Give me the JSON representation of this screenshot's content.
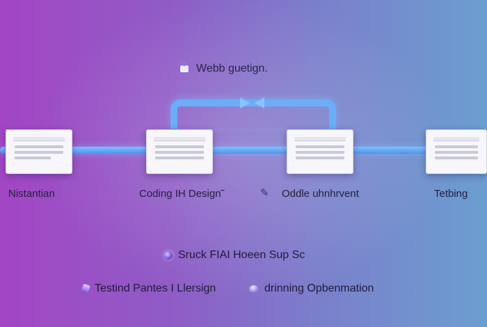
{
  "diagram": {
    "title": "Webb guetign.",
    "stages": [
      {
        "label": "Nistantian"
      },
      {
        "label": "Coding IH Design˜"
      },
      {
        "label": "Oddle uhnhrvent"
      },
      {
        "label": "Tetbing"
      }
    ],
    "notes": [
      {
        "text": "Sruck FIAI Hoeen Sup Sc"
      },
      {
        "text": "Testind Pantes I Llersign"
      },
      {
        "text": "drinning Opbenmation"
      }
    ]
  },
  "colors": {
    "background_left": "#a246c4",
    "background_right": "#6b9ed0",
    "connector": "#5fa6f3",
    "card": "#f6f6fb"
  }
}
